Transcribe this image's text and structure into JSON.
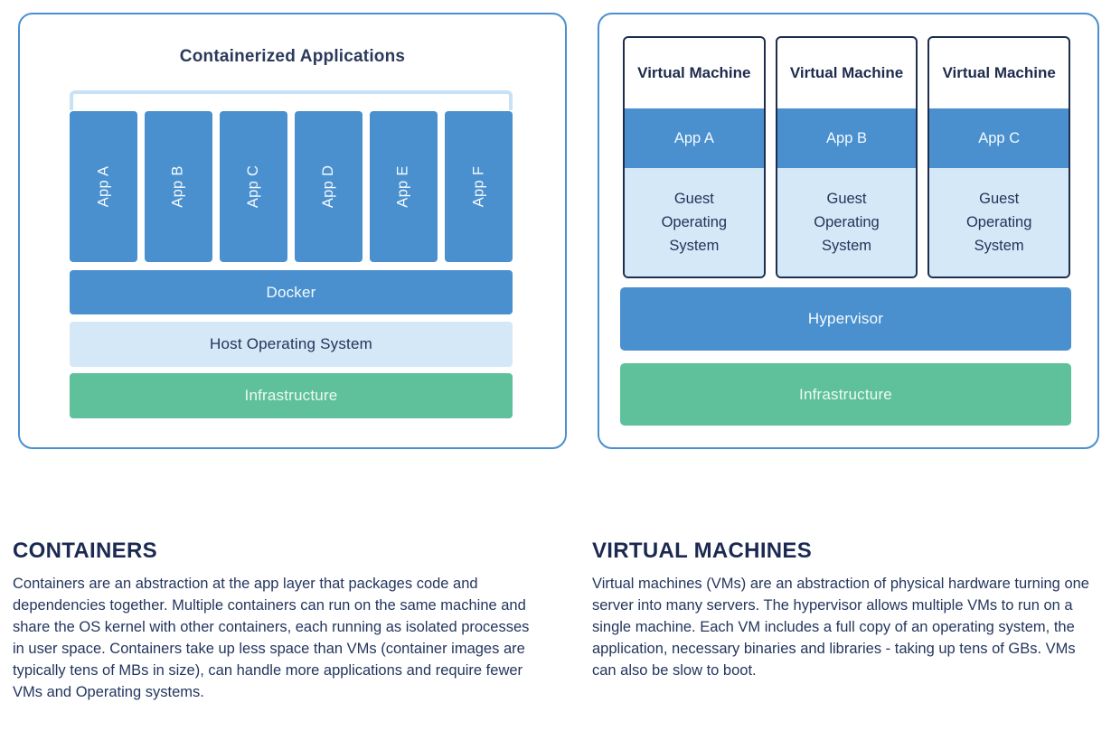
{
  "diagram": {
    "containers": {
      "title": "Containerized Applications",
      "apps": [
        "App A",
        "App B",
        "App C",
        "App D",
        "App E",
        "App F"
      ],
      "layers": {
        "docker": "Docker",
        "host_os": "Host Operating System",
        "infrastructure": "Infrastructure"
      }
    },
    "virtual_machines": {
      "vms": [
        {
          "title": "Virtual Machine",
          "app": "App A",
          "guest_os": "Guest Operating System"
        },
        {
          "title": "Virtual Machine",
          "app": "App B",
          "guest_os": "Guest Operating System"
        },
        {
          "title": "Virtual Machine",
          "app": "App C",
          "guest_os": "Guest Operating System"
        }
      ],
      "layers": {
        "hypervisor": "Hypervisor",
        "infrastructure": "Infrastructure"
      }
    }
  },
  "descriptions": {
    "containers": {
      "heading": "CONTAINERS",
      "body": "Containers are an abstraction at the app layer that packages code and dependencies together. Multiple containers can run on the same machine and share the OS kernel with other containers, each running as isolated processes in user space. Containers take up less space than VMs (container images are typically tens of MBs in size), can handle more applications and require fewer VMs and Operating systems."
    },
    "virtual_machines": {
      "heading": "VIRTUAL MACHINES",
      "body": "Virtual machines (VMs) are an abstraction of physical hardware turning one server into many servers. The hypervisor allows multiple VMs to run on a single machine. Each VM includes a full copy of an operating system, the application, necessary binaries and libraries - taking up tens of GBs. VMs can also be slow to boot."
    }
  },
  "colors": {
    "blue": "#4a90ce",
    "light_blue": "#d4e8f8",
    "green": "#5ec19c",
    "navy": "#1e2b4d",
    "panel_border": "#4a8fd1",
    "bracket_blue": "#c8e1f5"
  }
}
